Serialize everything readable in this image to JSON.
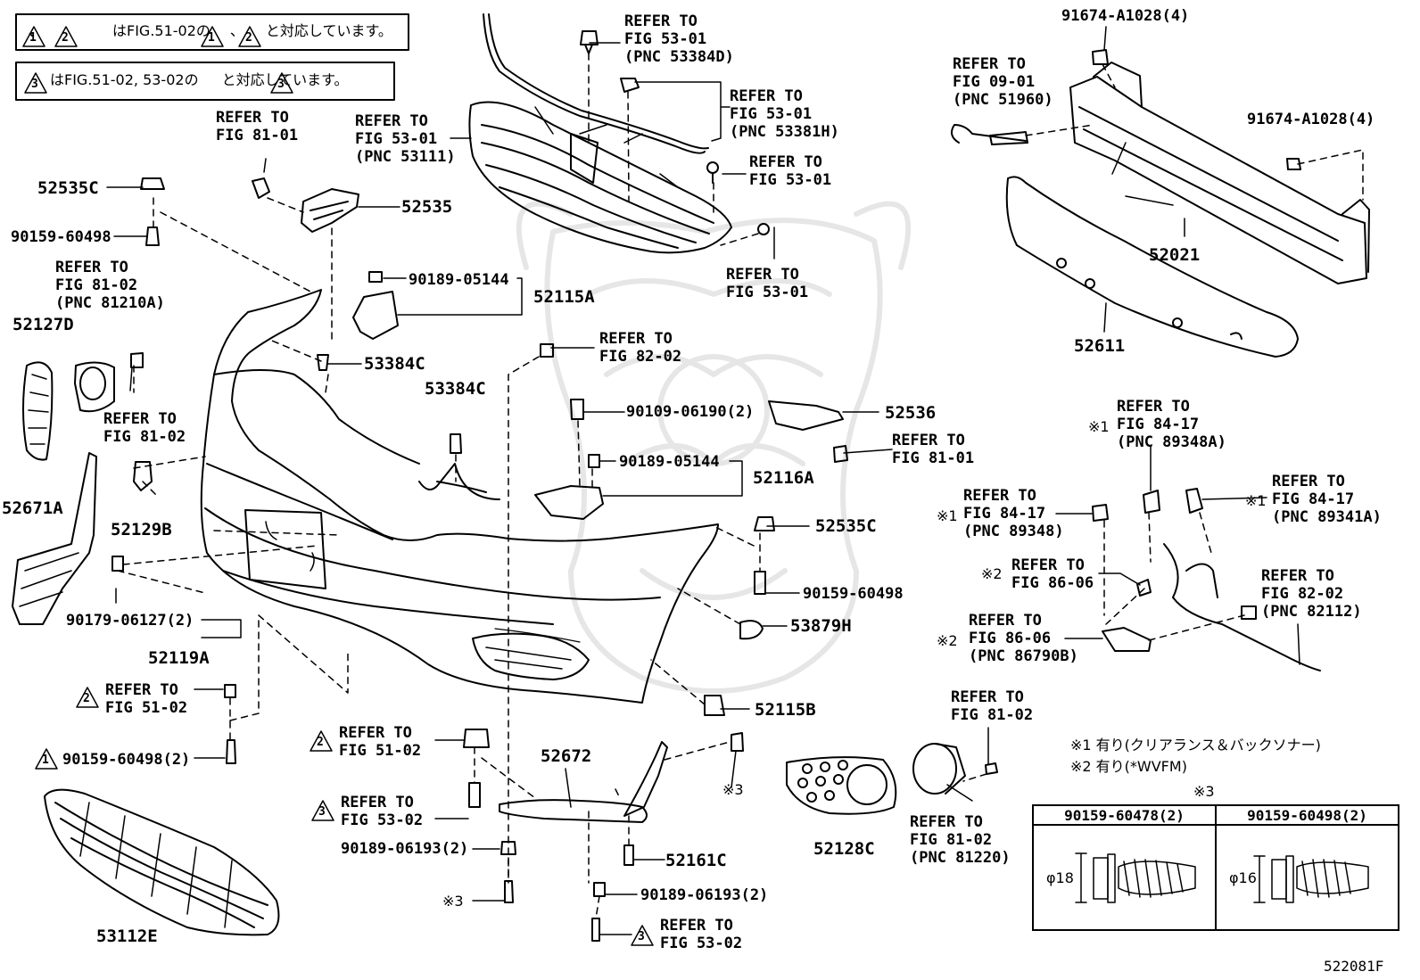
{
  "notes": {
    "note1": "はFIG.51-02の",
    "note1_tail": "と対応しています。",
    "note2": "はFIG.51-02, 53-02の",
    "note2_tail": "と対応しています。",
    "sep": "、"
  },
  "marks": {
    "tri1": "1",
    "tri2": "2",
    "tri3": "3"
  },
  "parts": {
    "p52535C_a": "52535C",
    "p90159_60498_a": "90159-60498",
    "p52535": "52535",
    "p52127D": "52127D",
    "p52671A": "52671A",
    "p52129B": "52129B",
    "p90179": "90179-06127(2)",
    "p52119A": "52119A",
    "p90159_60498_2": "90159-60498(2)",
    "p53112E": "53112E",
    "p90189_05144_a": "90189-05144",
    "p52115A": "52115A",
    "p53384C_a": "53384C",
    "p53384C_b": "53384C",
    "p90109": "90109-06190(2)",
    "p90189_05144_b": "90189-05144",
    "p52116A": "52116A",
    "p52536": "52536",
    "p52535C_b": "52535C",
    "p90159_60498_b": "90159-60498",
    "p53879H": "53879H",
    "p52115B": "52115B",
    "p52672": "52672",
    "p90189_06193_a": "90189-06193(2)",
    "p52161C": "52161C",
    "p90189_06193_b": "90189-06193(2)",
    "p52128C": "52128C",
    "p91674_a": "91674-A1028(4)",
    "p91674_b": "91674-A1028(4)",
    "p52021": "52021",
    "p52611": "52611"
  },
  "refs": {
    "r_53384D": "REFER TO\nFIG 53-01\n(PNC 53384D)",
    "r_53381H": "REFER TO\nFIG 53-01\n(PNC 53381H)",
    "r_53111": "REFER TO\nFIG 53-01\n(PNC 53111)",
    "r_5301_a": "REFER TO\nFIG 53-01",
    "r_5301_b": "REFER TO\nFIG 53-01",
    "r_8101_a": "REFER TO\nFIG 81-01",
    "r_8102_81210A": "REFER TO\nFIG 81-02\n(PNC 81210A)",
    "r_8102_a": "REFER TO\nFIG 81-02",
    "r_8202_a": "REFER TO\nFIG 82-02",
    "r_8101_b": "REFER TO\nFIG 81-01",
    "r_0901": "REFER TO\nFIG 09-01\n(PNC 51960)",
    "r_89348A": "REFER TO\nFIG 84-17\n(PNC 89348A)",
    "r_89348": "REFER TO\nFIG 84-17\n(PNC 89348)",
    "r_89341A": "REFER TO\nFIG 84-17\n(PNC 89341A)",
    "r_8606": "REFER TO\nFIG 86-06",
    "r_86790B": "REFER TO\nFIG 86-06\n(PNC 86790B)",
    "r_82112": "REFER TO\nFIG 82-02\n(PNC 82112)",
    "r_5102_a": "REFER TO\nFIG 51-02",
    "r_5102_b": "REFER TO\nFIG 51-02",
    "r_5302_a": "REFER TO\nFIG 53-02",
    "r_5302_b": "REFER TO\nFIG 53-02",
    "r_8102_b": "REFER TO\nFIG 81-02",
    "r_81220": "REFER TO\nFIG 81-02\n(PNC 81220)"
  },
  "flags": {
    "k1a": "※1",
    "k1b": "※1",
    "k1c": "※1",
    "k2a": "※2",
    "k2b": "※2",
    "k3a": "※3",
    "k3b": "※3",
    "k3c": "※3"
  },
  "legend": {
    "line1": "※1 有り(クリアランス＆バックソナー)",
    "line2": "※2 有り(*WVFM)"
  },
  "fasteners": {
    "col1": "90159-60478(2)",
    "col2": "90159-60498(2)",
    "dia1": "φ18",
    "dia2": "φ16"
  },
  "figure_id": "522081F"
}
